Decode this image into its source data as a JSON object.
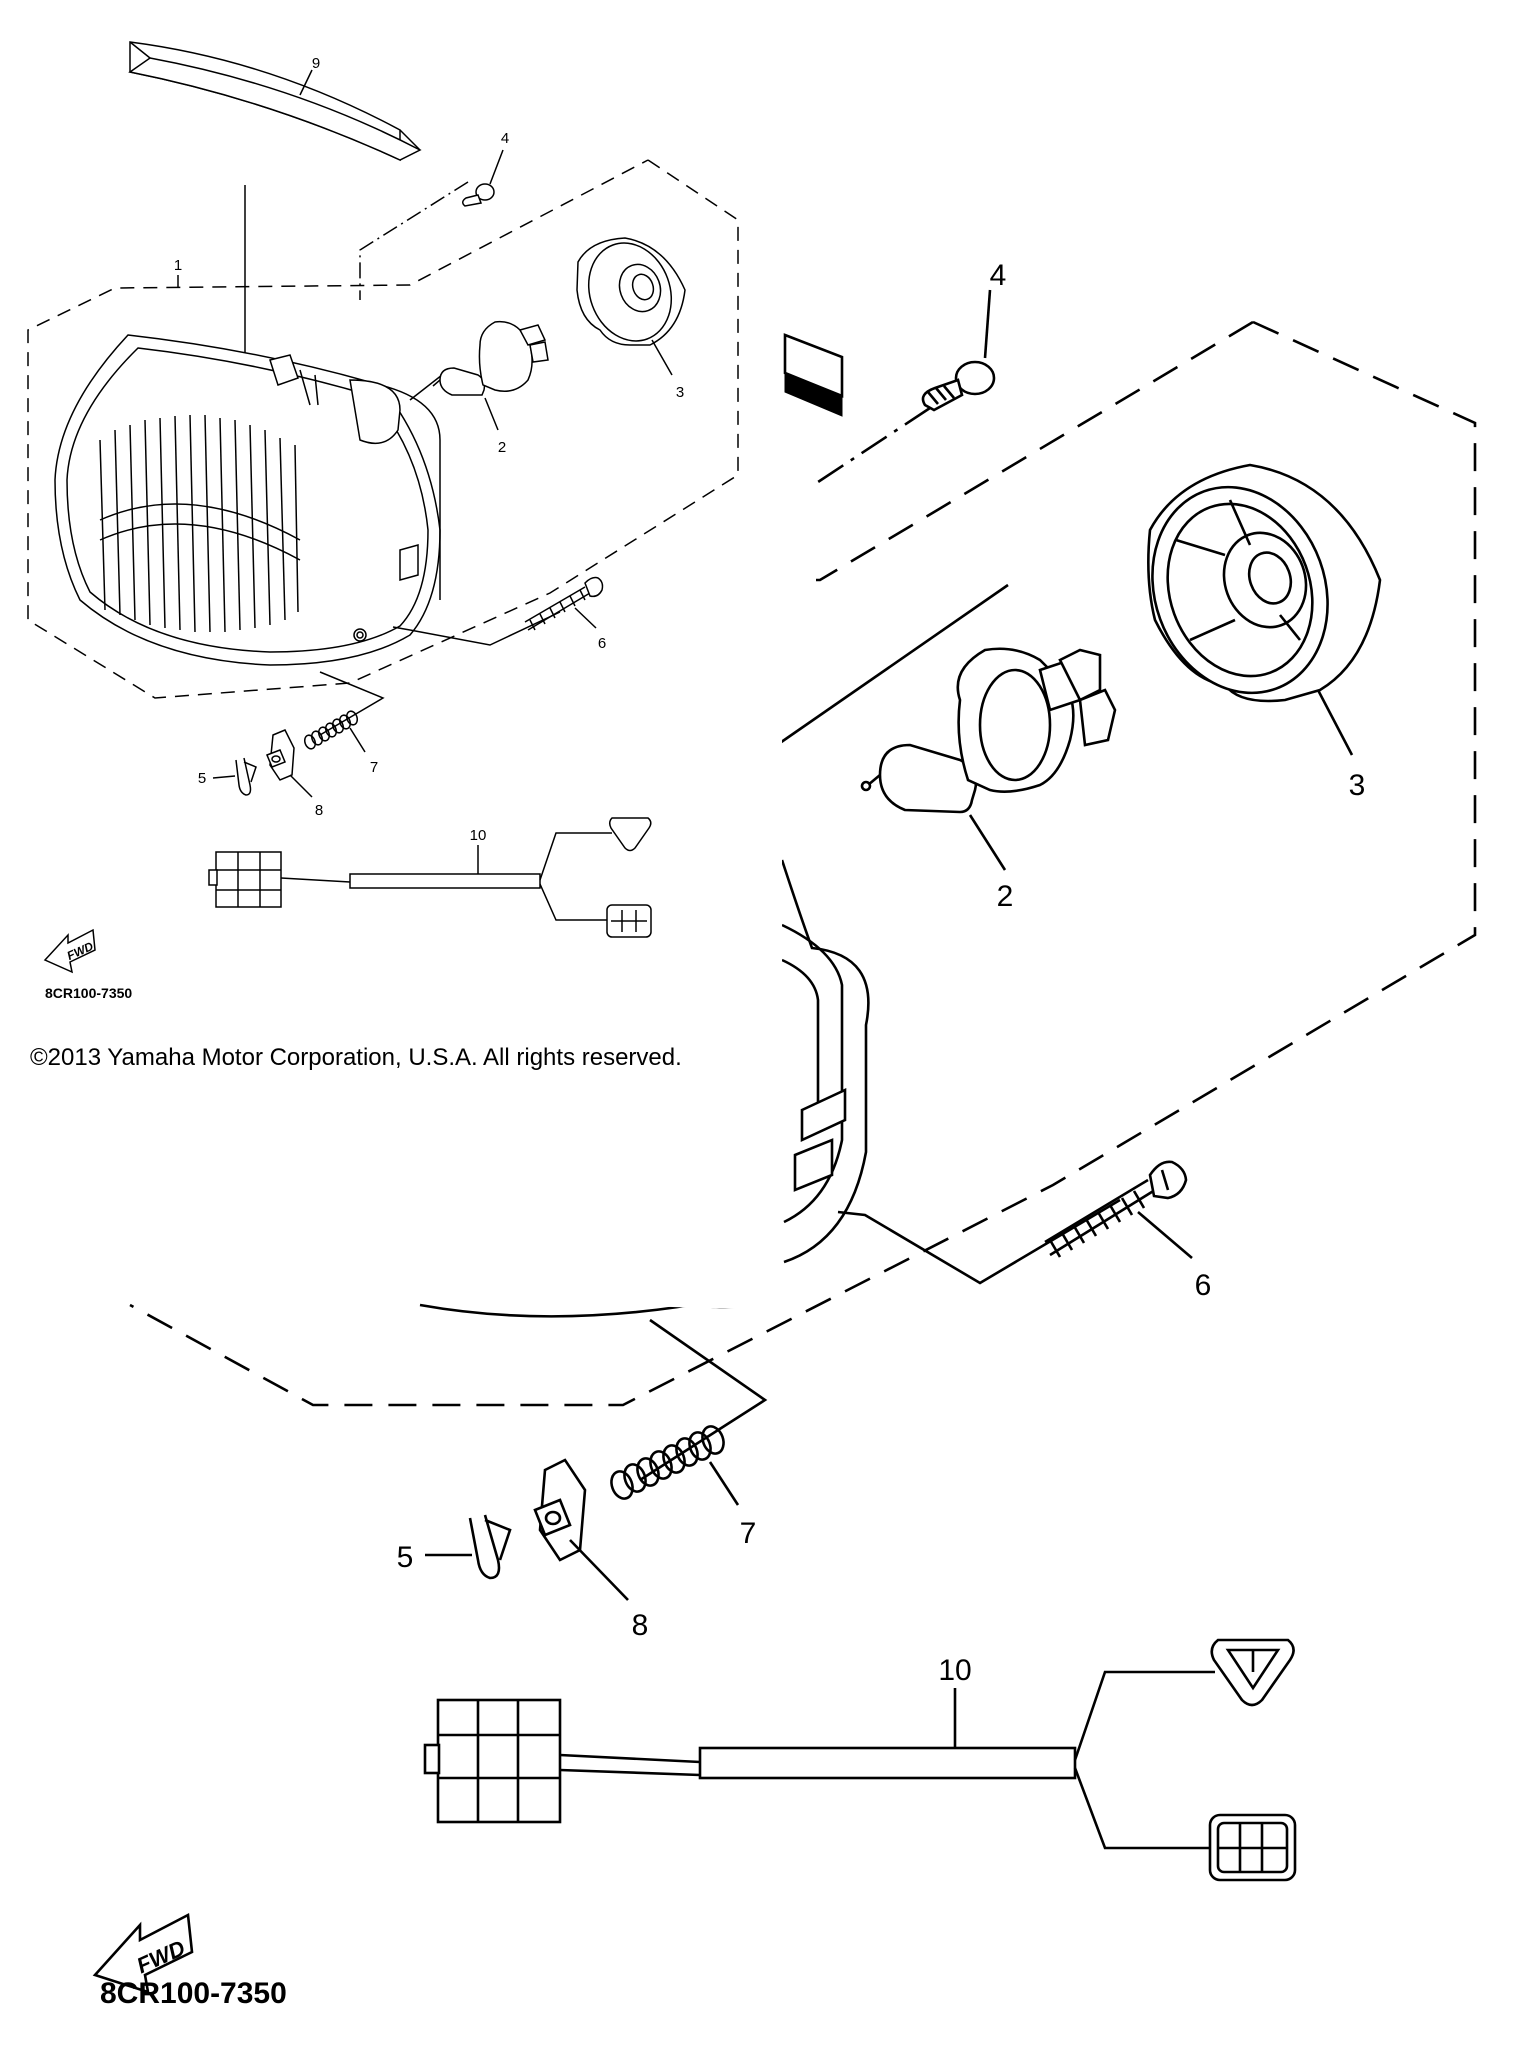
{
  "copyright": "©2013 Yamaha Motor Corporation, U.S.A. All rights reserved.",
  "diagram_code": "8CR100-7350",
  "fwd_label": "FWD",
  "callouts": {
    "c1": "1",
    "c2": "2",
    "c3": "3",
    "c4": "4",
    "c5": "5",
    "c6": "6",
    "c7": "7",
    "c8": "8",
    "c9": "9",
    "c10": "10"
  }
}
